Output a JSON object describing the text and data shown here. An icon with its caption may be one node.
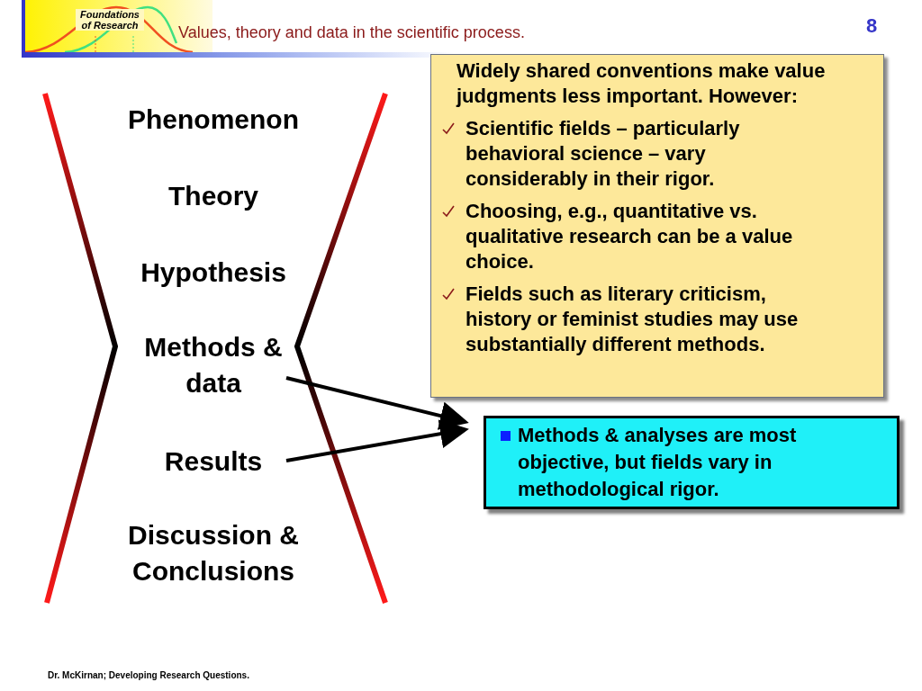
{
  "diagram": {
    "title": "Values, theory and data in the scientific process.",
    "nodes": [
      {
        "text": [
          "Phenomenon"
        ]
      },
      {
        "text": [
          "Theory"
        ]
      },
      {
        "text": [
          "Hypothesis"
        ]
      },
      {
        "text": [
          "Methods & data"
        ]
      },
      {
        "text": [
          "Results"
        ]
      },
      {
        "text": [
          "Discussion & Conclusions"
        ]
      },
      {
        "text": [
          "Widely shared conventions make value judgments less important. However:",
          "Scientific fields – particularly behavioral science – vary considerably in their  rigor.",
          "Choosing, e.g.,  quantitative vs. qualitative research can be a value choice.",
          "Fields such as literary criticism, history or feminist studies may use substantially different methods."
        ]
      },
      {
        "text": [
          "Methods & analyses are most objective, but  fields vary in methodological rigor."
        ]
      }
    ],
    "edges": [
      {
        "from": 3,
        "to": 7,
        "arrow": "to"
      },
      {
        "from": 4,
        "to": 7,
        "arrow": "to"
      }
    ],
    "labels": [
      "Foundations of Research",
      "8",
      "Dr. McKirnan; Developing Research Questions."
    ]
  }
}
